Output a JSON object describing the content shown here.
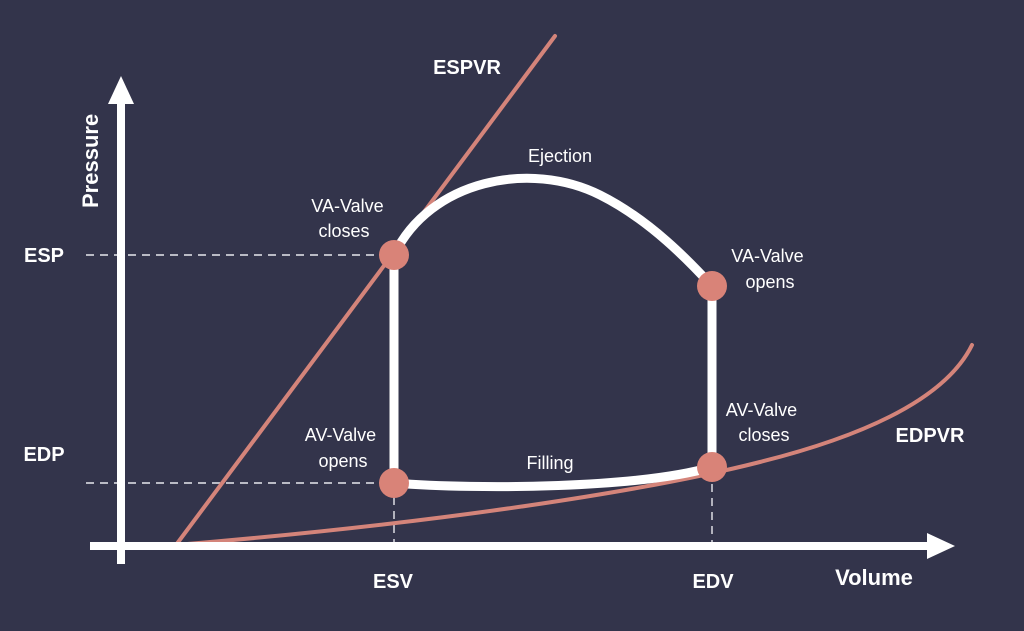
{
  "axes": {
    "y_title": "Pressure",
    "x_title": "Volume",
    "y_ticks": {
      "esp": "ESP",
      "edp": "EDP"
    },
    "x_ticks": {
      "esv": "ESV",
      "edv": "EDV"
    }
  },
  "curves": {
    "espvr": "ESPVR",
    "edpvr": "EDPVR"
  },
  "phases": {
    "ejection": "Ejection",
    "filling": "Filling"
  },
  "events": {
    "va_closes": [
      "VA-Valve",
      "closes"
    ],
    "va_opens": [
      "VA-Valve",
      "opens"
    ],
    "av_closes": [
      "AV-Valve",
      "closes"
    ],
    "av_opens": [
      "AV-Valve",
      "opens"
    ]
  },
  "colors": {
    "background": "#33344b",
    "loop": "#ffffff",
    "relation_curves": "#d4847a",
    "event_markers": "#d98378"
  }
}
